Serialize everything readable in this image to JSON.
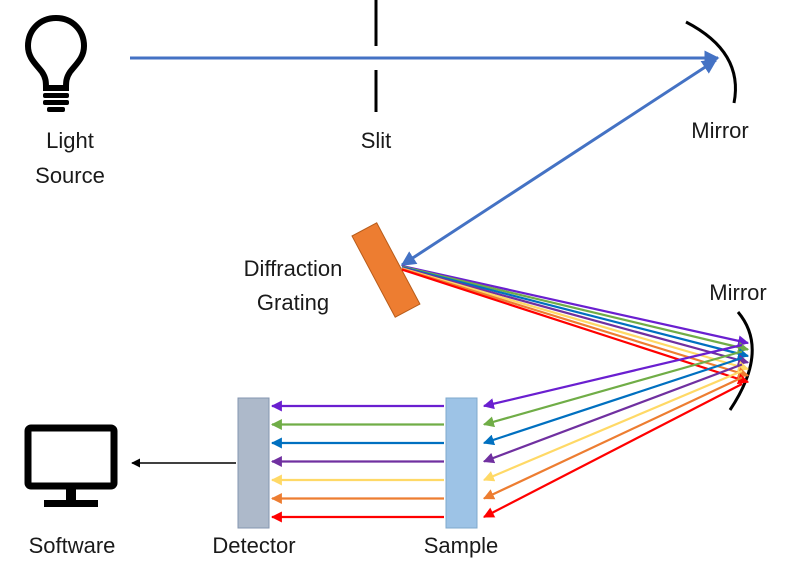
{
  "labels": {
    "light_source_line1": "Light",
    "light_source_line2": "Source",
    "slit": "Slit",
    "mirror_top": "Mirror",
    "grating_line1": "Diffraction",
    "grating_line2": "Grating",
    "mirror_right": "Mirror",
    "software": "Software",
    "detector": "Detector",
    "sample": "Sample"
  },
  "colors": {
    "beam_blue": "#4472c4",
    "grating": "#ed7d31",
    "sample": "#9dc3e6",
    "detector": "#adb9ca",
    "spectrum": [
      "#7030a0",
      "#70ad47",
      "#0070c0",
      "#7030a0",
      "#ffd966",
      "#ed7d31",
      "#ff0000"
    ]
  },
  "spectrum_rays": [
    {
      "name": "violet",
      "color": "#6a1fd0"
    },
    {
      "name": "green",
      "color": "#70ad47"
    },
    {
      "name": "blue",
      "color": "#0070c0"
    },
    {
      "name": "purple",
      "color": "#7030a0"
    },
    {
      "name": "yellow",
      "color": "#ffd966"
    },
    {
      "name": "orange",
      "color": "#ed7d31"
    },
    {
      "name": "red",
      "color": "#ff0000"
    }
  ]
}
